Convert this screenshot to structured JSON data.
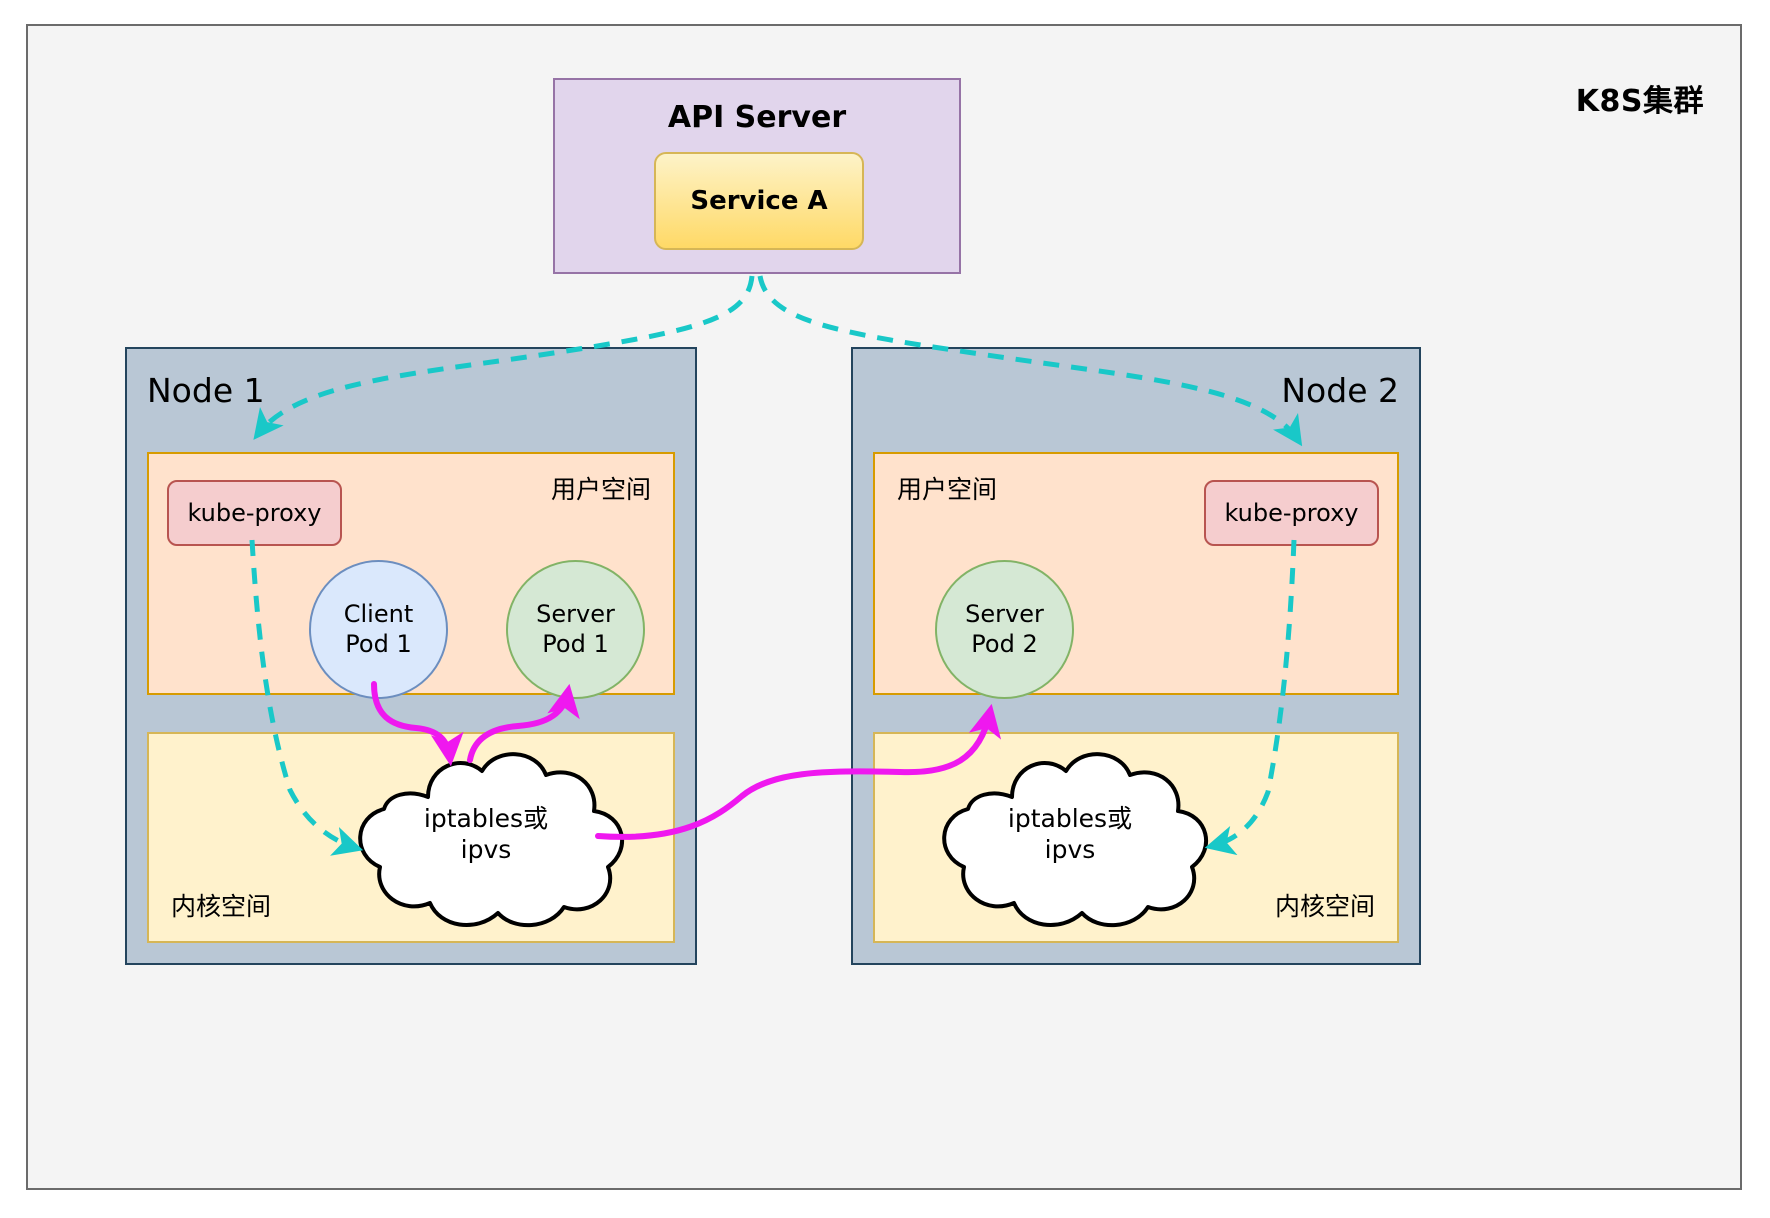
{
  "cluster": {
    "title": "K8S集群",
    "border_color": "#6b6b6b",
    "background": "#f4f4f4"
  },
  "api_server": {
    "title": "API Server",
    "background": "#e1d5ec",
    "border_color": "#9673a6",
    "service": {
      "label": "Service A",
      "fill_top": "#fdf3c8",
      "fill_bottom": "#ffd966",
      "border_color": "#d6b656"
    }
  },
  "nodes": [
    {
      "title": "Node 1",
      "background": "#b9c7d5",
      "border_color": "#23445d",
      "user_space": {
        "label": "用户空间",
        "background": "#ffe2cc",
        "border_color": "#d79b00"
      },
      "kernel_space": {
        "label": "内核空间",
        "background": "#fff2cc",
        "border_color": "#d6b656"
      },
      "kube_proxy": {
        "label": "kube-proxy",
        "background": "#f5cdce",
        "border_color": "#b85450"
      },
      "pods": [
        {
          "line1": "Client",
          "line2": "Pod 1",
          "type": "client",
          "background": "#dae8fc",
          "border_color": "#6c8ebf"
        },
        {
          "line1": "Server",
          "line2": "Pod 1",
          "type": "server",
          "background": "#d5e8d4",
          "border_color": "#82b366"
        }
      ],
      "cloud": {
        "line1": "iptables或",
        "line2": "ipvs",
        "background": "#ffffff",
        "border_color": "#000000"
      }
    },
    {
      "title": "Node 2",
      "background": "#b9c7d5",
      "border_color": "#23445d",
      "user_space": {
        "label": "用户空间",
        "background": "#ffe2cc",
        "border_color": "#d79b00"
      },
      "kernel_space": {
        "label": "内核空间",
        "background": "#fff2cc",
        "border_color": "#d6b656"
      },
      "kube_proxy": {
        "label": "kube-proxy",
        "background": "#f5cdce",
        "border_color": "#b85450"
      },
      "pods": [
        {
          "line1": "Server",
          "line2": "Pod 2",
          "type": "server",
          "background": "#d5e8d4",
          "border_color": "#82b366"
        }
      ],
      "cloud": {
        "line1": "iptables或",
        "line2": "ipvs",
        "background": "#ffffff",
        "border_color": "#000000"
      }
    }
  ],
  "connectors": {
    "watch_color": "#19c8c8",
    "traffic_color": "#ef18ef",
    "watch_style": "dashed",
    "traffic_style": "solid"
  }
}
